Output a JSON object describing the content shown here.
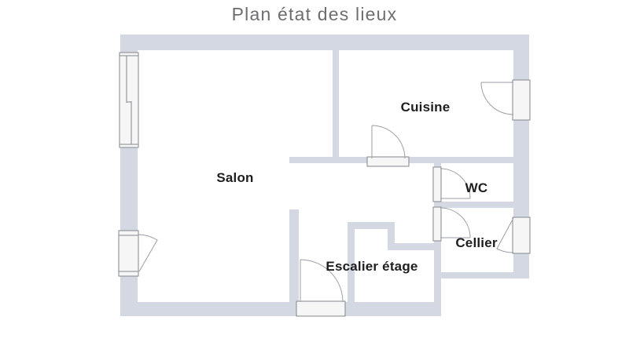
{
  "title": "Plan état des lieux",
  "rooms": {
    "salon": {
      "label": "Salon"
    },
    "cuisine": {
      "label": "Cuisine"
    },
    "wc": {
      "label": "WC"
    },
    "cellier": {
      "label": "Cellier"
    },
    "escalier": {
      "label": "Escalier étage"
    }
  },
  "colors": {
    "background": "#ffffff",
    "wall": "#d4d8e2",
    "opening_fill": "#f6f6f6",
    "opening_stroke": "#84878d",
    "door_swing": "#9b9ea5",
    "room_label": "#1e1e1e",
    "title_text": "#6d6e70"
  }
}
